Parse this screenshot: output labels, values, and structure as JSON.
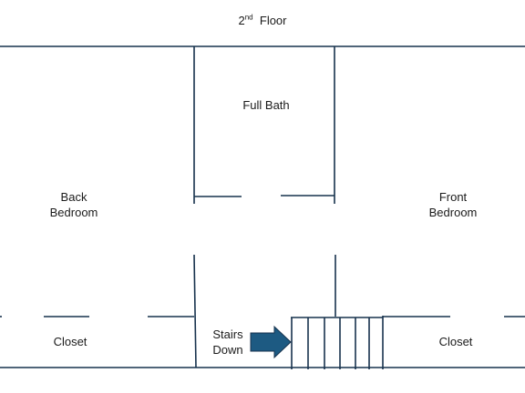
{
  "floor": {
    "title_prefix": "2",
    "title_suffix": "nd",
    "title_word": "Floor"
  },
  "rooms": {
    "full_bath": "Full Bath",
    "back_bedroom": [
      "Back",
      "Bedroom"
    ],
    "front_bedroom": [
      "Front",
      "Bedroom"
    ],
    "closet_left": "Closet",
    "closet_right": "Closet",
    "stairs": [
      "Stairs",
      "Down"
    ]
  },
  "colors": {
    "wall": "#17324d",
    "arrow": "#1d5a82",
    "text": "#1a1a1a"
  },
  "icons": {
    "stairs_arrow": "right-arrow-icon"
  }
}
